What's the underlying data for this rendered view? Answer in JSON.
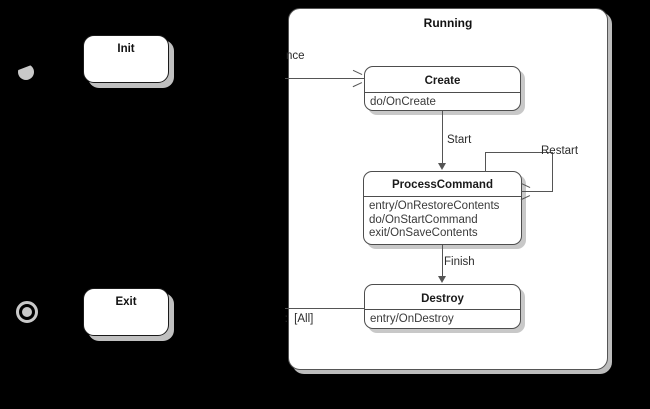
{
  "diagram": {
    "type": "uml-state-machine",
    "background_color": "#000000",
    "surface_color": "#ffffff",
    "line_color": "#555555",
    "shadow_color": "#c8c8c8"
  },
  "composite_state": {
    "name": "Running"
  },
  "outer_states": [
    {
      "id": "init",
      "label": "Init"
    },
    {
      "id": "exit",
      "label": "Exit"
    }
  ],
  "pseudostates": [
    {
      "id": "initial-node",
      "kind": "initial"
    },
    {
      "id": "final-node",
      "kind": "final"
    }
  ],
  "substates": [
    {
      "id": "create",
      "name": "Create",
      "actions": "do/OnCreate"
    },
    {
      "id": "process-command",
      "name": "ProcessCommand",
      "actions": "entry/OnRestoreContents\ndo/OnStartCommand\nexit/OnSaveContents"
    },
    {
      "id": "destroy",
      "name": "Destroy",
      "actions": "entry/OnDestroy"
    }
  ],
  "transitions": [
    {
      "id": "entry-transition",
      "label": "nce",
      "from": "init",
      "to": "create"
    },
    {
      "id": "start",
      "label": "Start",
      "from": "create",
      "to": "process-command"
    },
    {
      "id": "restart",
      "label": "Restart",
      "from": "process-command",
      "to": "process-command"
    },
    {
      "id": "finish",
      "label": "Finish",
      "from": "process-command",
      "to": "destroy"
    },
    {
      "id": "destroy-entry",
      "label": "e :  [All]",
      "from": "exit",
      "to": "destroy"
    }
  ]
}
